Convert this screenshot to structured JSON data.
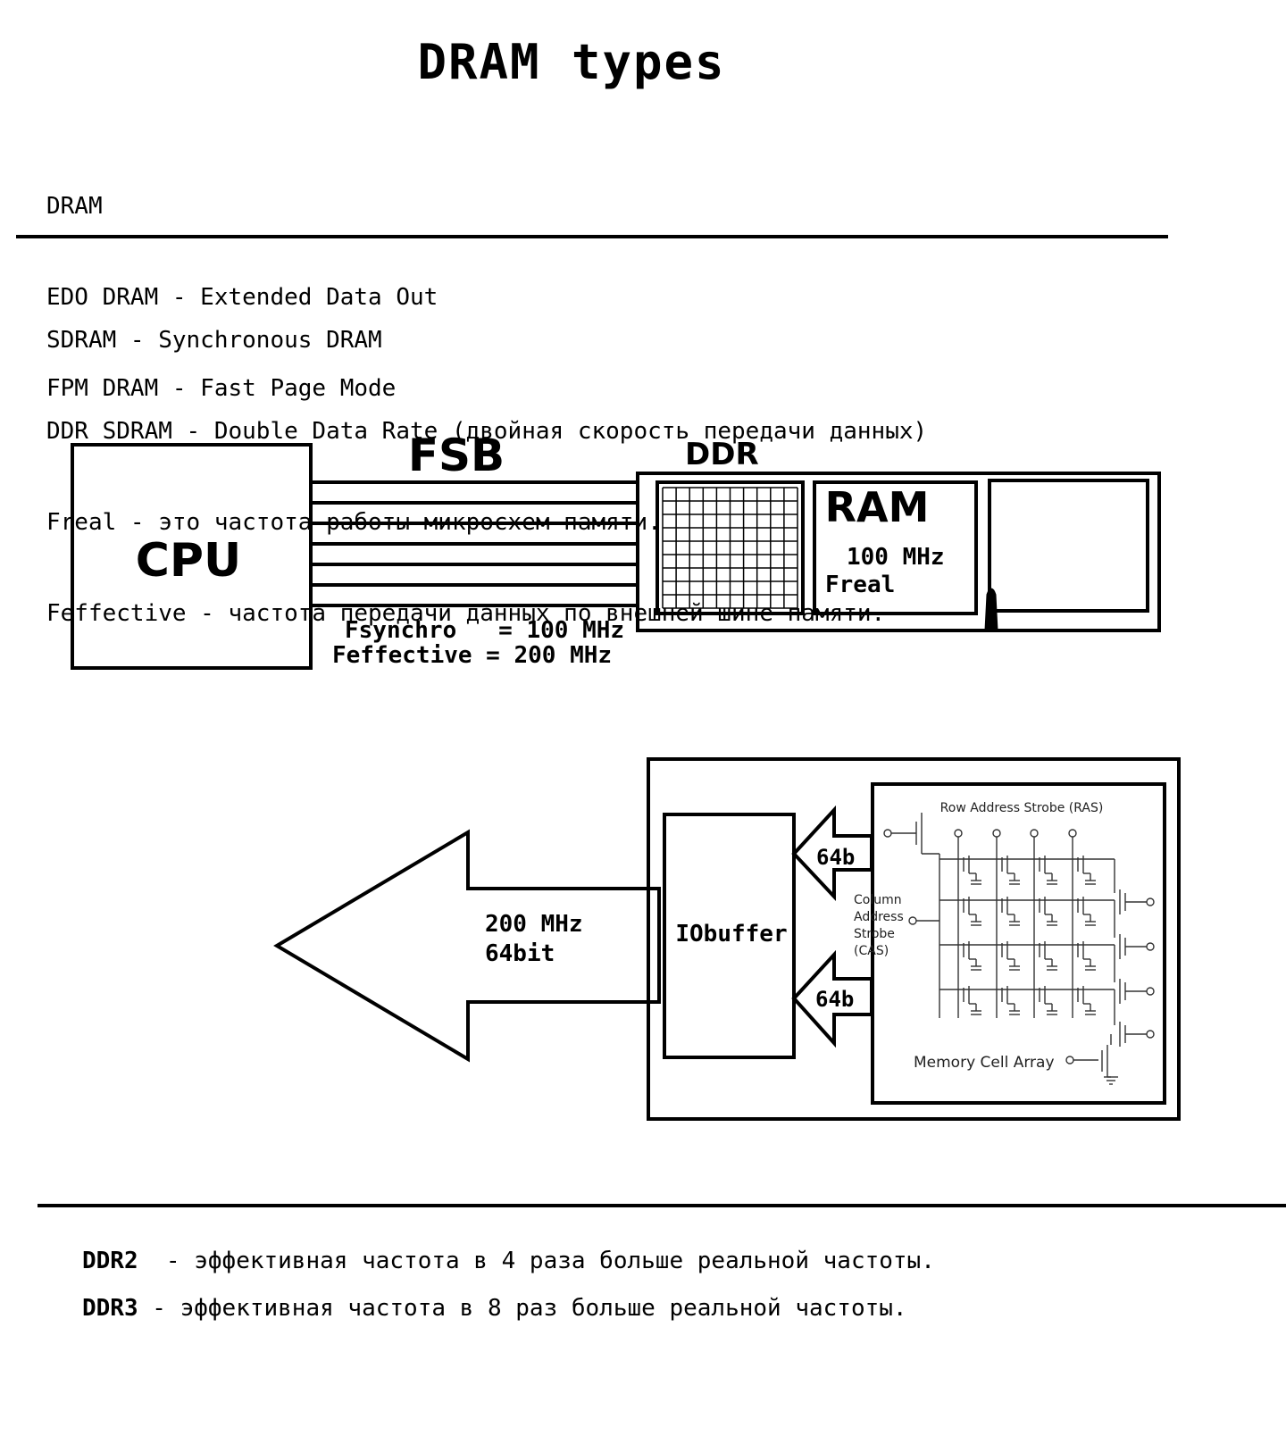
{
  "title": "DRAM types",
  "section1": [
    "DRAM",
    "EDO DRAM - Extended Data Out",
    "FPM DRAM - Fast Page Mode"
  ],
  "section2": [
    "SDRAM - Synchronous DRAM",
    "DDR SDRAM - Double Data Rate (двойная скорость передачи данных)",
    "Freal - это частота работы микросхем памяти.",
    "Feffective - частота передачи данных по внешней шине памяти."
  ],
  "diagram1": {
    "cpu_label": "CPU",
    "bus_label": "FSB",
    "ddr_label": "DDR",
    "ram_label": "RAM",
    "ram_freq": "100 MHz",
    "ram_freq_label": "Freal",
    "fsynchro": "Fsynchro   = 100 MHz",
    "feffective": "Feffective = 200 MHz"
  },
  "diagram2": {
    "arrow_line1": "200 MHz",
    "arrow_line2": "64bit",
    "iobuffer": "IObuffer",
    "upper_bits": "64b",
    "lower_bits": "64b",
    "ras": "Row Address Strobe (RAS)",
    "cas": [
      "Column",
      "Address",
      "Strobe",
      "(CAS)"
    ],
    "array": "Memory Cell Array"
  },
  "notes": [
    {
      "key": "DDR2",
      "text": "  - эффективная частота в 4 раза больше реальной частоты."
    },
    {
      "key": "DDR3",
      "text": " - эффективная частота в 8 раз больше реальной частоты."
    }
  ]
}
